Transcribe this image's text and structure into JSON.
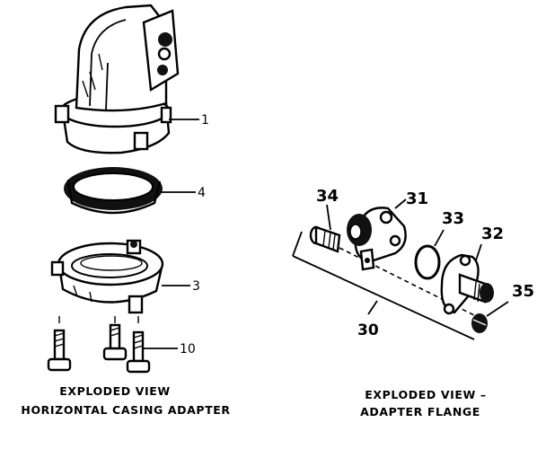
{
  "left_view": {
    "callouts": {
      "body": "1",
      "gasket": "4",
      "flange": "3",
      "bolt": "10"
    },
    "caption_line1": "EXPLODED VIEW",
    "caption_line2": "HORIZONTAL CASING ADAPTER"
  },
  "right_view": {
    "callouts": {
      "screw": "34",
      "adapter": "31",
      "oring": "33",
      "flange": "32",
      "plug": "35",
      "bracket": "30"
    },
    "caption_line1": "EXPLODED VIEW –",
    "caption_line2": "ADAPTER FLANGE"
  }
}
